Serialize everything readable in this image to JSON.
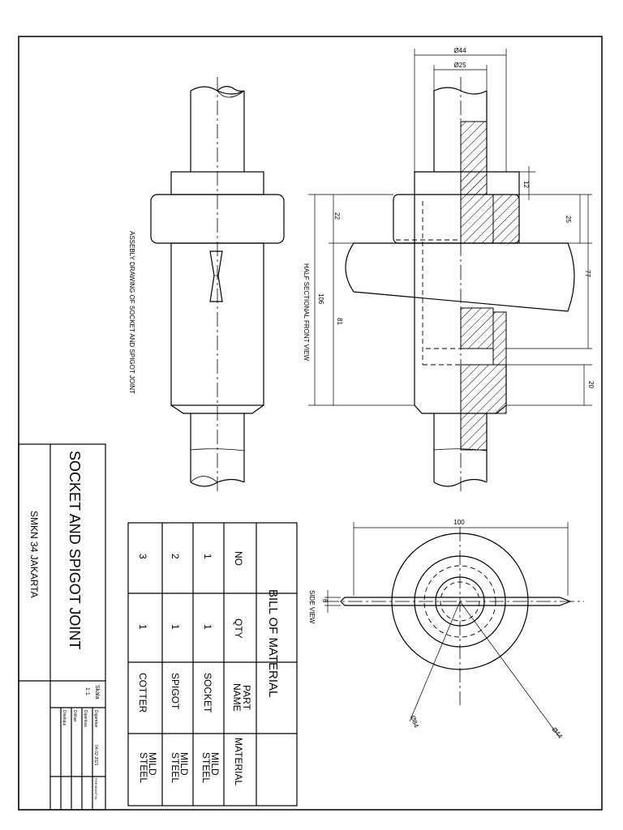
{
  "sheet": {
    "title": "SOCKET AND SPIGOT JOINT",
    "school": "SMKN 34 JAKARTA",
    "skala_label": "Skala",
    "skala_value": "1:1",
    "digambar_label": "Digambar",
    "digambar_value": "04-02-2021",
    "digambar_name": "PGEISIANTYA",
    "diperiksa_label": "Diperiksa",
    "dilihat_label": "Dilihat",
    "disetujui_label": "Disetujui"
  },
  "views": {
    "assembly_caption": "ASSEBLY DRAWING OF SOCKET AND SPIGOT JOINT",
    "section_caption": "HALF SECTIONAL FRONT VIEW",
    "side_caption": "SIDE VIEW"
  },
  "dimensions": {
    "d44_top": "Ø44",
    "d25_top": "Ø25",
    "d12": "12",
    "d25": "25",
    "d22": "22",
    "d77": "77",
    "d106": "106",
    "d81": "81",
    "d20": "20",
    "d100": "100",
    "d6": "6",
    "d84": "Ø84",
    "d44_side": "Ø44"
  },
  "bom": {
    "title": "BILL OF MATERIAL",
    "headers": {
      "no": "NO",
      "qty": "QTY",
      "part_line1": "PART",
      "part_line2": "NAME",
      "material": "MATERIAL"
    },
    "rows": [
      {
        "no": "1",
        "qty": "1",
        "part": "SOCKET",
        "mat1": "MILD",
        "mat2": "STEEL"
      },
      {
        "no": "2",
        "qty": "1",
        "part": "SPIGOT",
        "mat1": "MILD",
        "mat2": "STEEL"
      },
      {
        "no": "3",
        "qty": "1",
        "part": "COTTER",
        "mat1": "MILD",
        "mat2": "STEEL"
      }
    ]
  }
}
